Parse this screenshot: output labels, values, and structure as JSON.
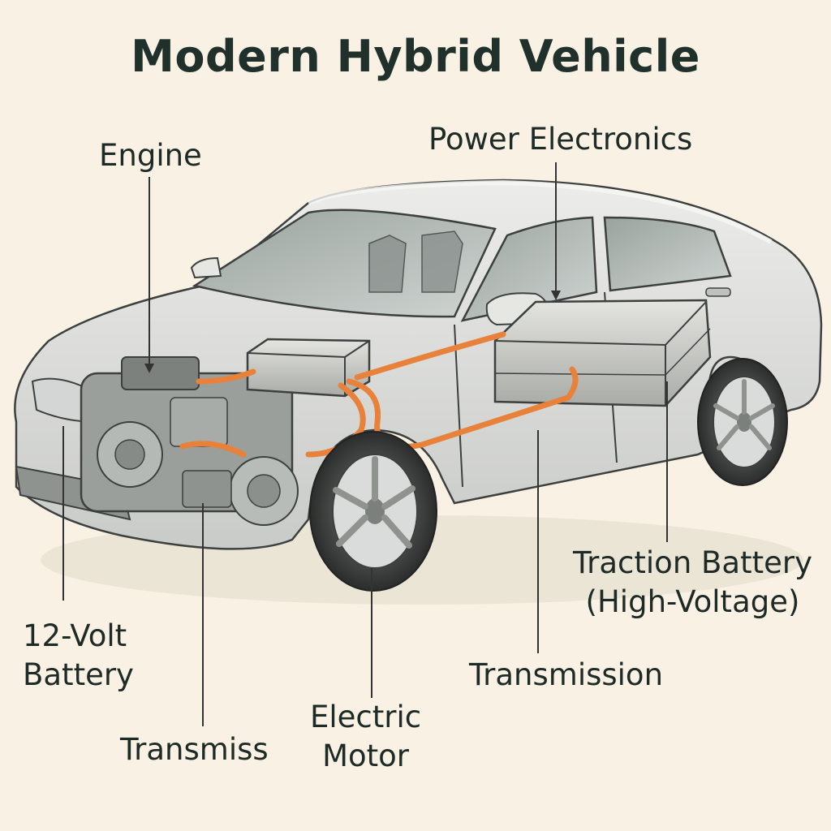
{
  "title": "Modern Hybrid Vehicle",
  "labels": {
    "engine": "Engine",
    "power_electronics": "Power Electronics",
    "twelve_volt_battery": [
      "12-Volt",
      "Battery"
    ],
    "transmiss": "Transmiss",
    "electric_motor": [
      "Electric",
      "Motor"
    ],
    "transmission": "Transmission",
    "traction_battery": [
      "Traction Battery",
      "(High-Voltage)"
    ]
  },
  "colors": {
    "background": "#f8f1e4",
    "text": "#1e2a26",
    "cable": "#e8823a",
    "car_body": "#dcdcd8",
    "outline": "#3c403e"
  }
}
